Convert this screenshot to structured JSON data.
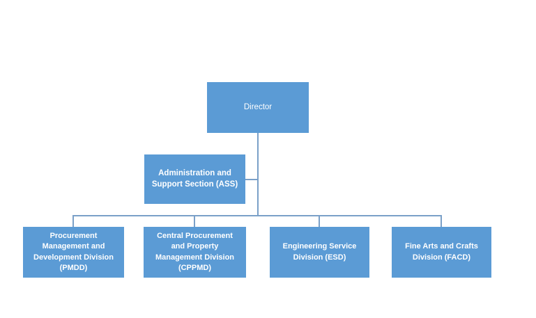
{
  "diagram": {
    "type": "org-chart",
    "colors": {
      "box_fill": "#5b9bd5",
      "connector": "#7aa0c8",
      "text": "#ffffff",
      "background": "#ffffff"
    },
    "nodes": [
      {
        "id": "director",
        "label": "Director",
        "parent": null
      },
      {
        "id": "ass",
        "label": "Administration and\nSupport Section (ASS)",
        "parent": "director",
        "relationship": "assistant"
      },
      {
        "id": "pmdd",
        "label": "Procurement\nManagement and\nDevelopment Division\n(PMDD)",
        "parent": "director"
      },
      {
        "id": "cppmd",
        "label": "Central Procurement\nand Property\nManagement Division\n(CPPMD)",
        "parent": "director"
      },
      {
        "id": "esd",
        "label": "Engineering Service\nDivision (ESD)",
        "parent": "director"
      },
      {
        "id": "facd",
        "label": "Fine Arts and Crafts\nDivision (FACD)",
        "parent": "director"
      }
    ]
  }
}
